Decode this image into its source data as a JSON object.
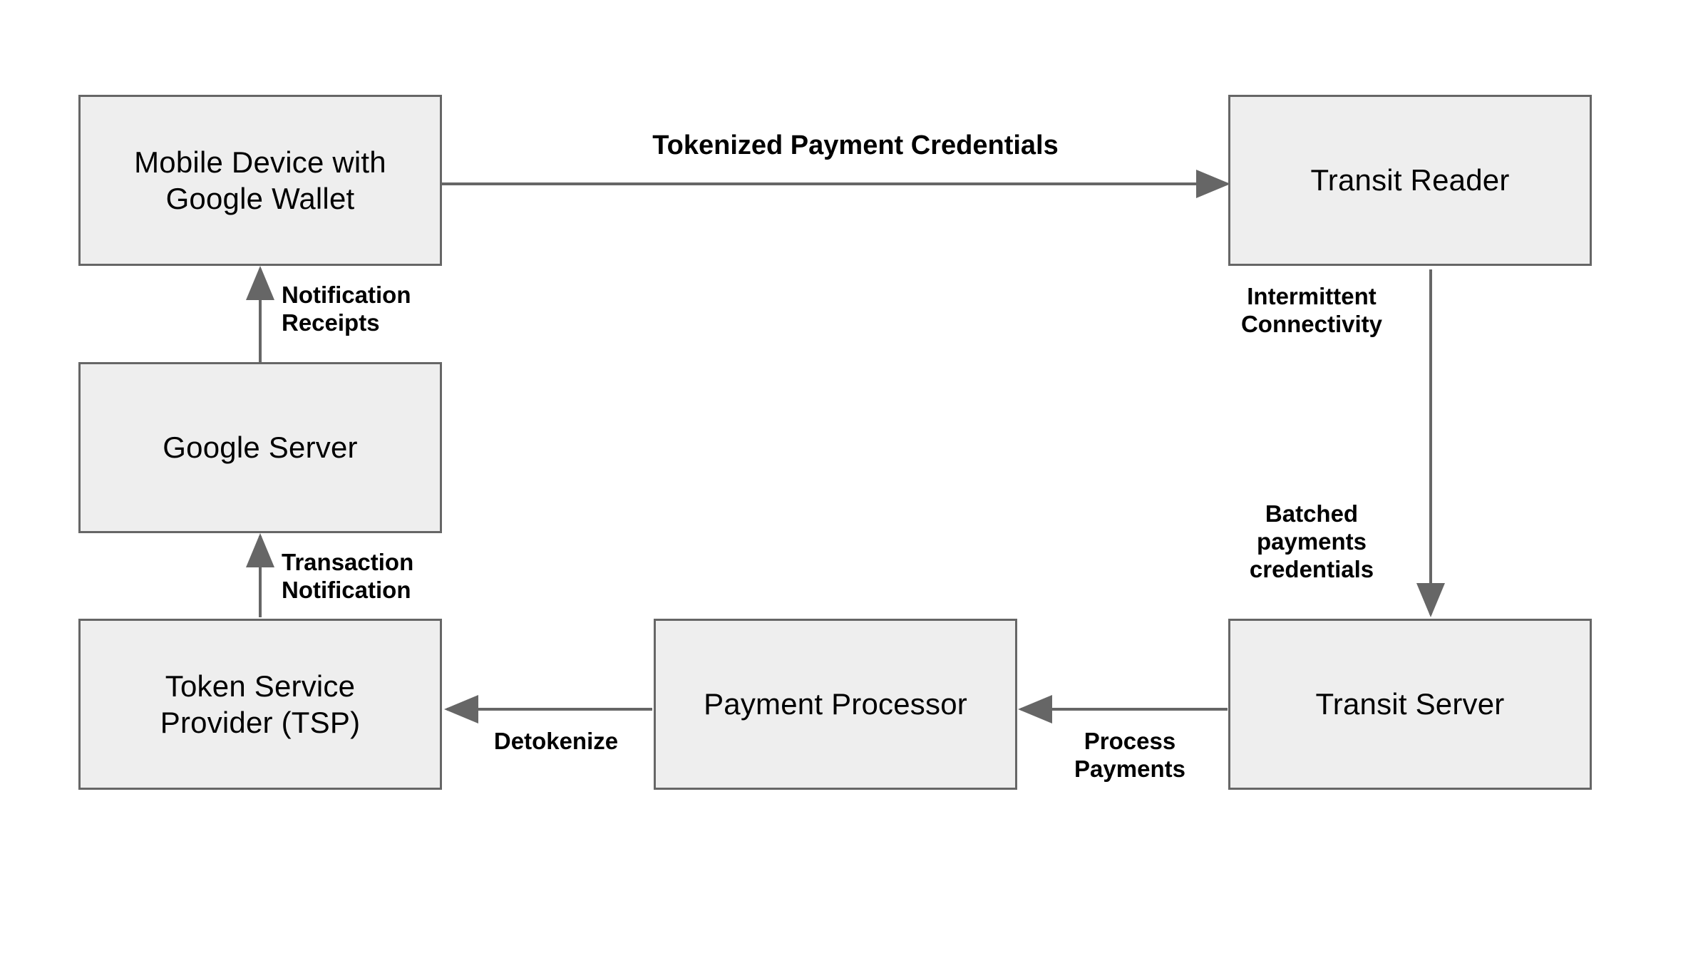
{
  "diagram": {
    "type": "flow-diagram",
    "background_color": "#ffffff",
    "node_fill_color": "#eeeeee",
    "node_border_color": "#666666",
    "edge_color": "#666666",
    "text_color": "#000000",
    "nodes": [
      {
        "id": "mobile-device",
        "label": "Mobile Device with\nGoogle Wallet"
      },
      {
        "id": "transit-reader",
        "label": "Transit Reader"
      },
      {
        "id": "google-server",
        "label": "Google Server"
      },
      {
        "id": "transit-server",
        "label": "Transit Server"
      },
      {
        "id": "token-service-provider",
        "label": "Token Service\nProvider (TSP)"
      },
      {
        "id": "payment-processor",
        "label": "Payment Processor"
      }
    ],
    "edges": [
      {
        "id": "tokenized-payment-credentials",
        "from": "mobile-device",
        "to": "transit-reader",
        "label": "Tokenized Payment Credentials"
      },
      {
        "id": "intermittent-connectivity",
        "from": "transit-reader",
        "to": "transit-server",
        "label": "Intermittent\nConnectivity"
      },
      {
        "id": "batched-payments-credentials",
        "from": "transit-reader",
        "to": "transit-server",
        "label": "Batched\npayments\ncredentials"
      },
      {
        "id": "process-payments",
        "from": "transit-server",
        "to": "payment-processor",
        "label": "Process\nPayments"
      },
      {
        "id": "detokenize",
        "from": "payment-processor",
        "to": "token-service-provider",
        "label": "Detokenize"
      },
      {
        "id": "transaction-notification",
        "from": "token-service-provider",
        "to": "google-server",
        "label": "Transaction\nNotification"
      },
      {
        "id": "notification-receipts",
        "from": "google-server",
        "to": "mobile-device",
        "label": "Notification\nReceipts"
      }
    ]
  }
}
